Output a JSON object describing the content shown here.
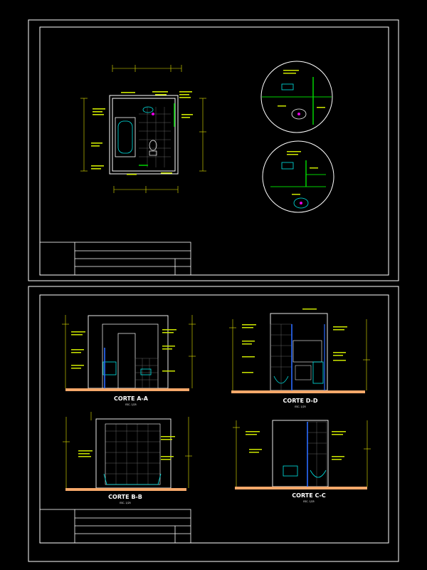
{
  "sheets": [
    {
      "name": "plan-sheet"
    },
    {
      "name": "sections-sheet"
    }
  ],
  "sections": [
    {
      "id": "a",
      "title": "CORTE A-A",
      "scale": "ESC. 1/25"
    },
    {
      "id": "d",
      "title": "CORTE D-D",
      "scale": "ESC. 1/25"
    },
    {
      "id": "b",
      "title": "CORTE B-B",
      "scale": "ESC. 1/25"
    },
    {
      "id": "c",
      "title": "CORTE C-C",
      "scale": "ESC. 1/25"
    }
  ],
  "colors": {
    "frame": "#ffffff",
    "dimension": "#e6e600",
    "annotation": "#cce600",
    "fixture": "#00e6e6",
    "accent": "#2a6bff",
    "green": "#00d200",
    "magenta": "#e600e6",
    "floor": "#f5a86a"
  }
}
